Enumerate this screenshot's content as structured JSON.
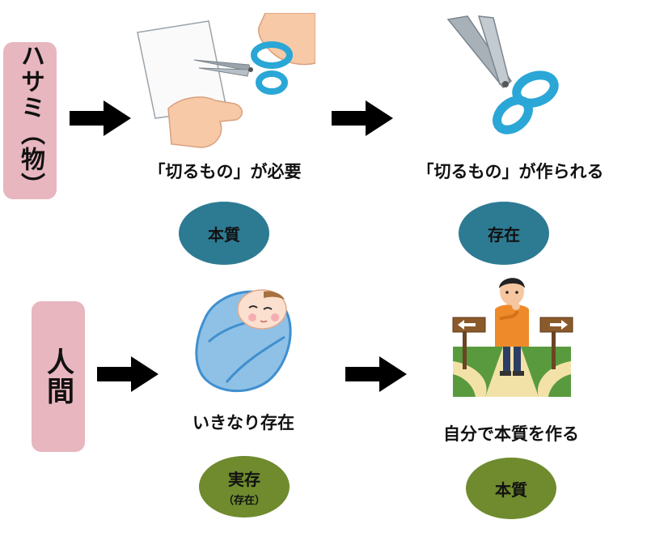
{
  "rows": [
    {
      "category": "ハサミ（物）",
      "step1": {
        "caption": "「切るもの」が必要",
        "concept": "本質"
      },
      "step2": {
        "caption": "「切るもの」が作られる",
        "concept": "存在"
      }
    },
    {
      "category": "人間",
      "step1": {
        "caption": "いきなり存在",
        "concept": "実存",
        "concept_note": "（存在）"
      },
      "step2": {
        "caption": "自分で本質を作る",
        "concept": "本質"
      }
    }
  ],
  "colors": {
    "category_tag": "#e7b6be",
    "row1_concept": "#2d7a93",
    "row2_concept": "#6f8b2e",
    "arrow": "#000000",
    "scissors_handle": "#2aa7d6",
    "scissors_blade": "#9aa3ab",
    "baby_blanket": "#8fc1e6",
    "person_shirt": "#ee8a2a"
  },
  "icons": {
    "row1_step1": "hand-cutting-paper-with-scissors-icon",
    "row1_step2": "scissors-icon",
    "row2_step1": "swaddled-baby-icon",
    "row2_step2": "person-at-crossroads-icon"
  }
}
